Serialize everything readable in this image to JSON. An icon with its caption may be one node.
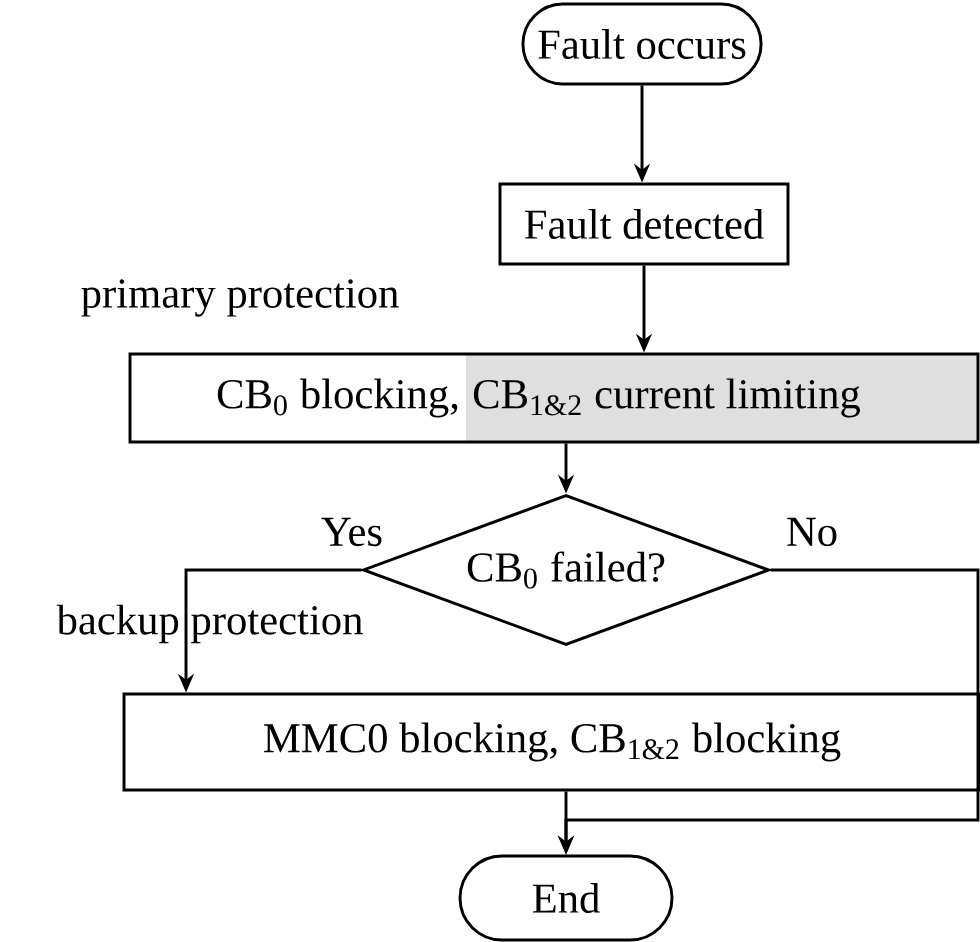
{
  "diagram": {
    "nodes": [
      {
        "text": [
          "Fault occurs"
        ]
      },
      {
        "text": [
          "Fault detected"
        ]
      },
      {
        "text": [
          "CB$_{0}$ blocking,",
          "CB$_{1&2}$ current limiting"
        ]
      },
      {
        "text": [
          "CB$_{0}$ failed?"
        ]
      },
      {
        "text": [
          "MMC0 blocking, CB$_{1&2}$ blocking"
        ]
      },
      {
        "text": [
          "End"
        ]
      }
    ],
    "edges": [
      {
        "from": 0,
        "to": 1,
        "arrow": "to"
      },
      {
        "from": 1,
        "to": 2,
        "arrow": "to"
      },
      {
        "from": 2,
        "to": 3,
        "arrow": "to"
      },
      {
        "from": 3,
        "to": 4,
        "arrow": "to",
        "label": "Yes"
      },
      {
        "from": 3,
        "to": 5,
        "arrow": "to",
        "label": "No"
      },
      {
        "from": 4,
        "to": 5,
        "arrow": "to"
      }
    ],
    "labels": [
      "primary protection",
      "backup protection"
    ]
  }
}
